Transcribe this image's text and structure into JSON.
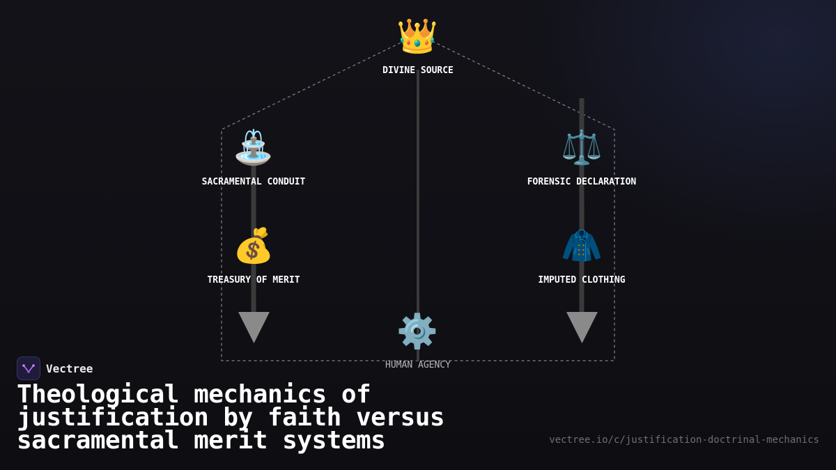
{
  "diagram": {
    "nodes": {
      "divine_source": {
        "label": "DIVINE SOURCE",
        "icon": "crown-icon",
        "glyph": "👑"
      },
      "sacramental_conduit": {
        "label": "SACRAMENTAL CONDUIT",
        "icon": "fountain-icon",
        "glyph": "⛲"
      },
      "forensic_declaration": {
        "label": "FORENSIC DECLARATION",
        "icon": "scales-icon",
        "glyph": "⚖️"
      },
      "treasury_of_merit": {
        "label": "TREASURY OF MERIT",
        "icon": "money-bag-icon",
        "glyph": "💰"
      },
      "imputed_clothing": {
        "label": "IMPUTED CLOTHING",
        "icon": "coat-icon",
        "glyph": "🧥"
      },
      "human_agency": {
        "label": "HUMAN AGENCY",
        "icon": "gear-icon",
        "glyph": "⚙️"
      }
    },
    "colors": {
      "stem": "#3a3a3a",
      "arrowhead": "#8a8a8a",
      "dashed_outline": "#9a9aa0"
    }
  },
  "brand": {
    "name": "Vectree",
    "logo_icon": "vectree-logo-icon",
    "logo_color": "#b06ee8"
  },
  "title": "Theological mechanics of justification by faith versus sacramental merit systems",
  "url": "vectree.io/c/justification-doctrinal-mechanics"
}
